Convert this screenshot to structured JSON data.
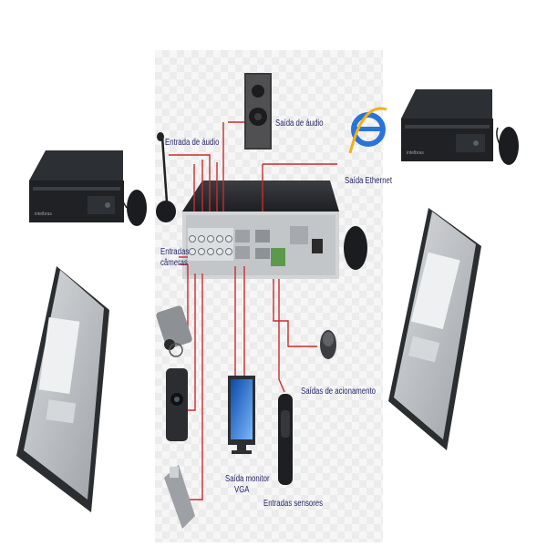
{
  "labels": {
    "audio_in": "Entrada de áudio",
    "audio_out": "Saída de áudio",
    "ethernet": "Saída Ethernet",
    "cameras_line1": "Entradas",
    "cameras_line2": "câmeras",
    "alarm_out": "Saídas de acionamento",
    "vga_line1": "Saída monitor",
    "vga_line2": "VGA",
    "sensors": "Entradas sensores"
  },
  "brand": "intelbras",
  "colors": {
    "wire": "#cc2b2b",
    "label": "#27276a",
    "device": "#222428",
    "disk": "#b9bcc0"
  }
}
